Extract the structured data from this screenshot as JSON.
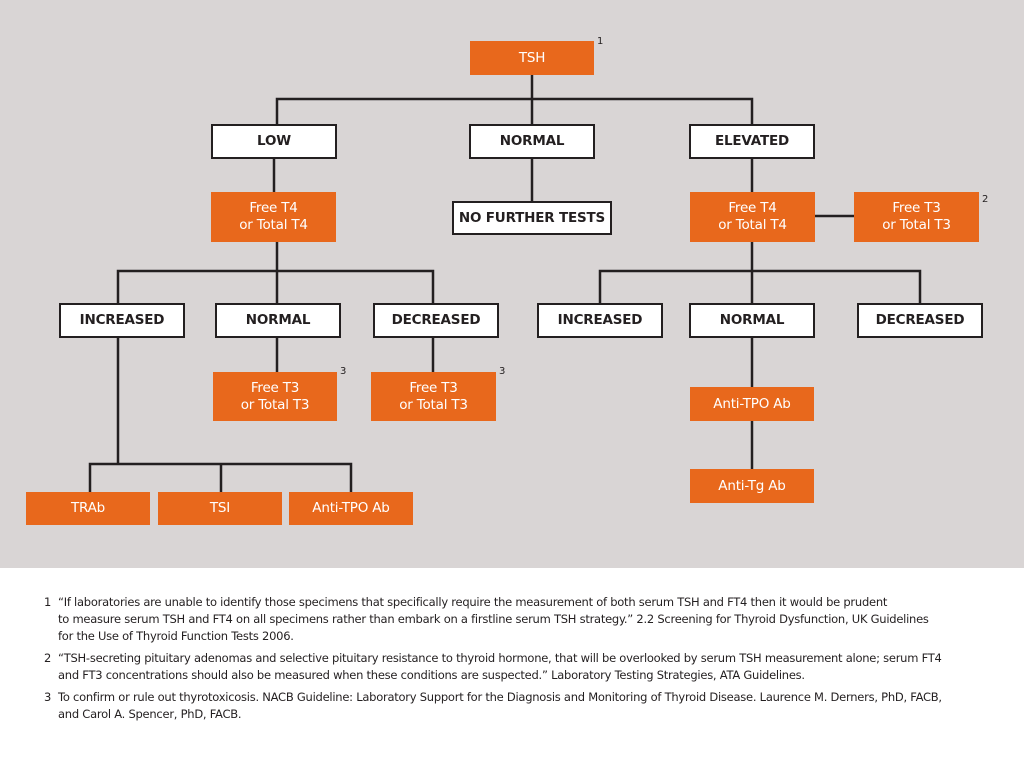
{
  "colors": {
    "accent": "#e8681c",
    "panel_bg": "#d9d5d5",
    "line": "#231f20"
  },
  "flowchart": {
    "tsh": "TSH",
    "tsh_level": {
      "low": "LOW",
      "normal": "NORMAL",
      "elevated": "ELEVATED"
    },
    "no_further_tests": "NO FURTHER TESTS",
    "low_branch": {
      "free_t4": [
        "Free T4",
        "or Total T4"
      ],
      "increased": "INCREASED",
      "normal": "NORMAL",
      "decreased": "DECREASED",
      "free_t3_normal": [
        "Free T3",
        "or Total T3"
      ],
      "free_t3_decreased": [
        "Free T3",
        "or Total T3"
      ],
      "trab": "TRAb",
      "tsi": "TSI",
      "anti_tpo": "Anti-TPO Ab"
    },
    "elevated_branch": {
      "free_t4": [
        "Free T4",
        "or Total T4"
      ],
      "free_t3": [
        "Free T3",
        "or Total T3"
      ],
      "increased": "INCREASED",
      "normal": "NORMAL",
      "decreased": "DECREASED",
      "anti_tpo": "Anti-TPO Ab",
      "anti_tg": "Anti-Tg Ab"
    },
    "markers": {
      "tsh": "1",
      "elevated_free_t3": "2",
      "low_free_t3_normal": "3",
      "low_free_t3_decreased": "3"
    }
  },
  "footnotes": [
    {
      "num": "1",
      "lines": [
        "“If laboratories are unable to identify those specimens that specifically require the measurement of both serum TSH and FT4 then it would  be prudent",
        "to measure serum TSH and FT4 on all specimens rather than embark on a firstline serum TSH strategy.” 2.2 Screening for Thyroid Dysfunction, UK Guidelines",
        "for the Use of Thyroid Function Tests 2006."
      ]
    },
    {
      "num": "2",
      "lines": [
        "“TSH-secreting pituitary adenomas and selective pituitary resistance to thyroid hormone, that will be overlooked by serum TSH measurement alone; serum FT4",
        "and FT3 concentrations should also be measured when these conditions are suspected.” Laboratory Testing Strategies, ATA Guidelines."
      ]
    },
    {
      "num": "3",
      "lines": [
        "To confirm or rule out thyrotoxicosis. NACB Guideline: Laboratory Support for the Diagnosis and Monitoring of Thyroid Disease. Laurence M. Derners, PhD, FACB,",
        "and Carol A. Spencer, PhD, FACB."
      ]
    }
  ]
}
